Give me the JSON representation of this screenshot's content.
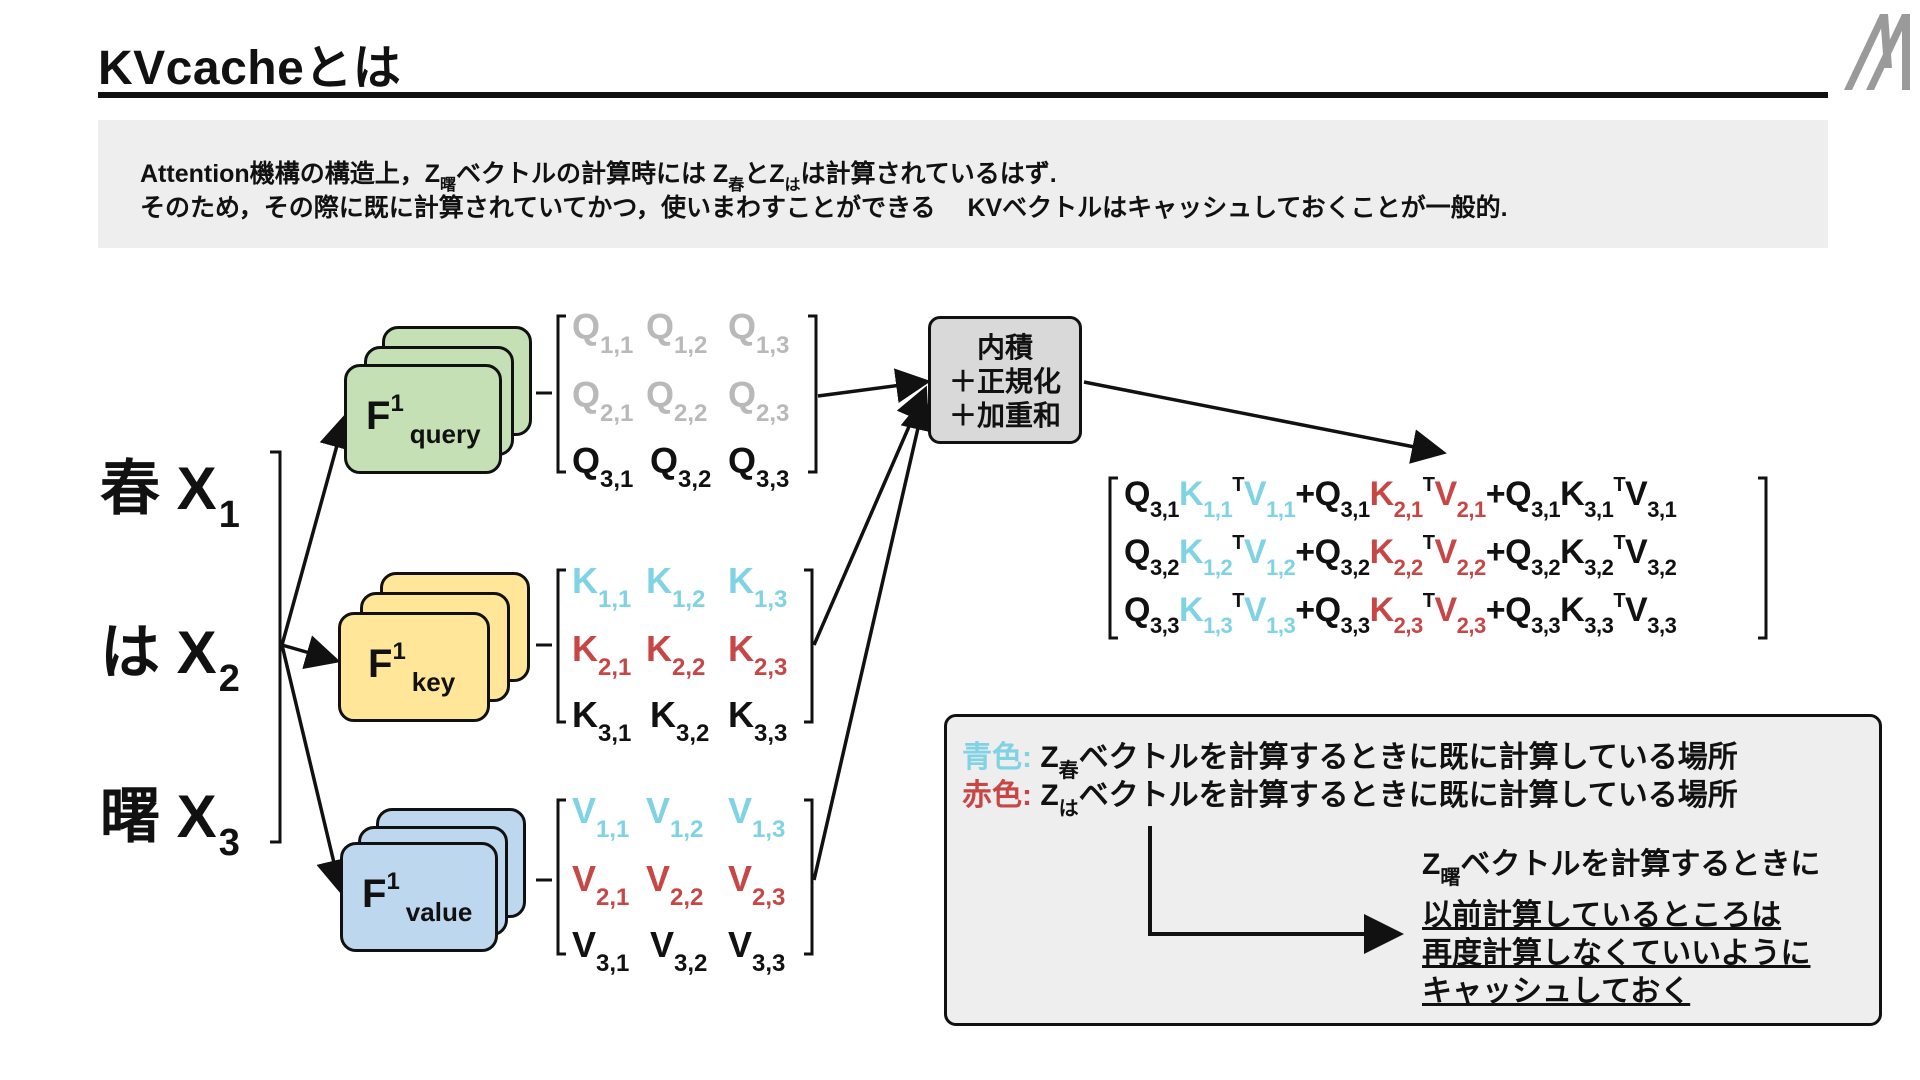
{
  "title": "KVcacheとは",
  "description": {
    "line1": [
      "Attention機構の構造上，Z",
      "曙",
      "ベクトルの計算時には Z",
      "春",
      "とZ",
      "は",
      "は計算されているはず."
    ],
    "line2": "そのため，その際に既に計算されていてかつ，使いまわすことができる　 KVベクトルはキャッシュしておくことが一般的."
  },
  "inputs": [
    {
      "char": "春",
      "var": "X",
      "sub": "1"
    },
    {
      "char": "は",
      "var": "X",
      "sub": "2"
    },
    {
      "char": "曙",
      "var": "X",
      "sub": "3"
    }
  ],
  "functions": [
    {
      "name": "F",
      "sup": "1",
      "sub": "query",
      "color": "#c5e0b4"
    },
    {
      "name": "F",
      "sup": "1",
      "sub": "key",
      "color": "#ffe699"
    },
    {
      "name": "F",
      "sup": "1",
      "sub": "value",
      "color": "#bdd7ee"
    }
  ],
  "matrices": {
    "Q": {
      "letter": "Q",
      "rows": [
        [
          "1,1",
          "1,2",
          "1,3"
        ],
        [
          "2,1",
          "2,2",
          "2,3"
        ],
        [
          "3,1",
          "3,2",
          "3,3"
        ]
      ]
    },
    "K": {
      "letter": "K",
      "rows": [
        [
          "1,1",
          "1,2",
          "1,3"
        ],
        [
          "2,1",
          "2,2",
          "2,3"
        ],
        [
          "3,1",
          "3,2",
          "3,3"
        ]
      ]
    },
    "V": {
      "letter": "V",
      "rows": [
        [
          "1,1",
          "1,2",
          "1,3"
        ],
        [
          "2,1",
          "2,2",
          "2,3"
        ],
        [
          "3,1",
          "3,2",
          "3,3"
        ]
      ]
    }
  },
  "process_box": {
    "lines": [
      "内積",
      "＋正規化",
      "＋加重和"
    ]
  },
  "result_rows": [
    {
      "q": "3,1",
      "t1": [
        "1,1",
        "1,1"
      ],
      "t2": [
        "2,1",
        "2,1"
      ],
      "t3": [
        "3,1",
        "3,1"
      ]
    },
    {
      "q": "3,2",
      "t1": [
        "1,2",
        "1,2"
      ],
      "t2": [
        "2,2",
        "2,2"
      ],
      "t3": [
        "3,2",
        "3,2"
      ]
    },
    {
      "q": "3,3",
      "t1": [
        "1,3",
        "1,3"
      ],
      "t2": [
        "2,3",
        "2,3"
      ],
      "t3": [
        "3,3",
        "3,3"
      ]
    }
  ],
  "transpose_mark": "T",
  "plus": "+",
  "legend": {
    "blue_label": "青色:",
    "red_label": "赤色:",
    "z": "Z",
    "blue_sub": "春",
    "red_sub": "は",
    "text": "ベクトルを計算するときに既に計算している場所"
  },
  "cache_note": {
    "z": "Z",
    "sub": "曙",
    "line1": "ベクトルを計算するときに",
    "line2": "以前計算しているところは",
    "line3": "再度計算しなくていいように",
    "line4": "キャッシュしておく"
  },
  "colors": {
    "cached_blue": "#7fd3e4",
    "cached_red": "#c74646",
    "not_cached_grey": "#b9b9b9",
    "query": "#c5e0b4",
    "key": "#ffe699",
    "value": "#bdd7ee",
    "process": "#d9d9d9",
    "panel": "#eeeeee"
  },
  "logo_icon": "company-logo-icon"
}
